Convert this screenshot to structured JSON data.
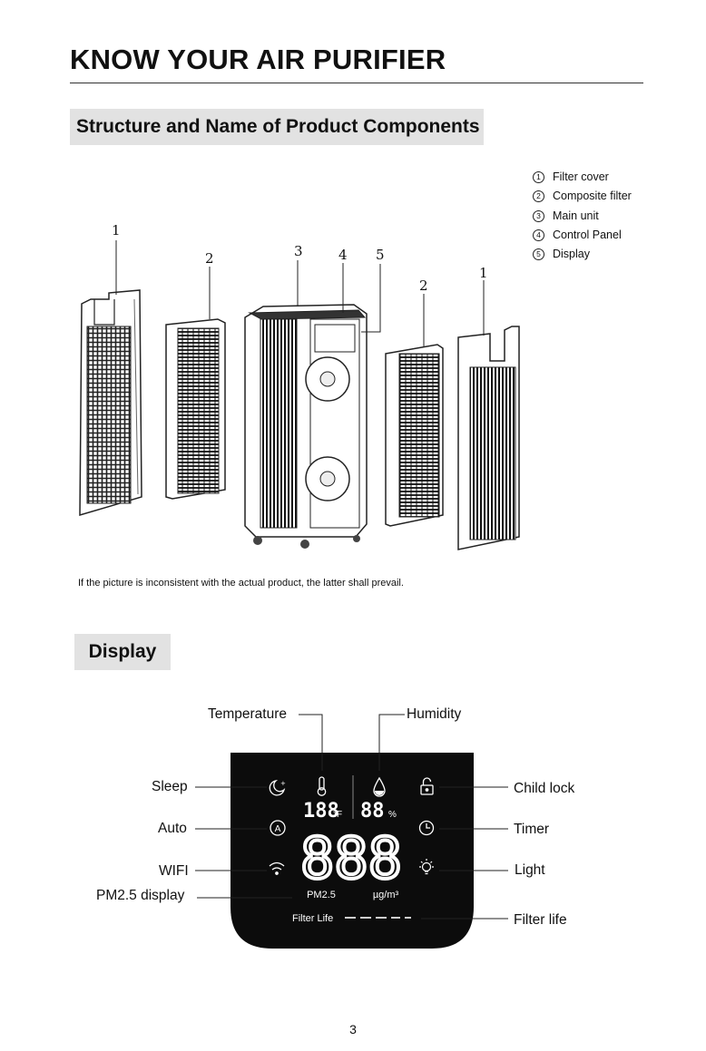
{
  "page": {
    "title": "KNOW YOUR AIR PURIFIER",
    "page_number": "3",
    "note": "If the picture is inconsistent with the actual product, the latter shall prevail."
  },
  "structure": {
    "heading": "Structure and Name of Product Components",
    "legend": [
      {
        "num": "1",
        "label": "Filter cover"
      },
      {
        "num": "2",
        "label": "Composite filter"
      },
      {
        "num": "3",
        "label": "Main unit"
      },
      {
        "num": "4",
        "label": "Control Panel"
      },
      {
        "num": "5",
        "label": "Display"
      }
    ],
    "callouts": [
      "1",
      "2",
      "3",
      "4",
      "5",
      "2",
      "1"
    ]
  },
  "display": {
    "heading": "Display",
    "labels": {
      "temperature": "Temperature",
      "humidity": "Humidity",
      "sleep": "Sleep",
      "auto": "Auto",
      "wifi": "WIFI",
      "pm25_display": "PM2.5 display",
      "child_lock": "Child lock",
      "timer": "Timer",
      "light": "Light",
      "filter_life": "Filter life"
    },
    "panel": {
      "temp_digits": "188",
      "temp_unit": "°F",
      "humidity_digits": "88",
      "humidity_unit": "%",
      "pm_digits": "888",
      "pm_label": "PM2.5",
      "pm_unit": "µg/m³",
      "filter_life_label": "Filter Life"
    },
    "icons": [
      "sleep-icon",
      "auto-icon",
      "wifi-icon",
      "thermometer-icon",
      "droplet-icon",
      "lock-icon",
      "clock-icon",
      "bulb-icon"
    ]
  }
}
